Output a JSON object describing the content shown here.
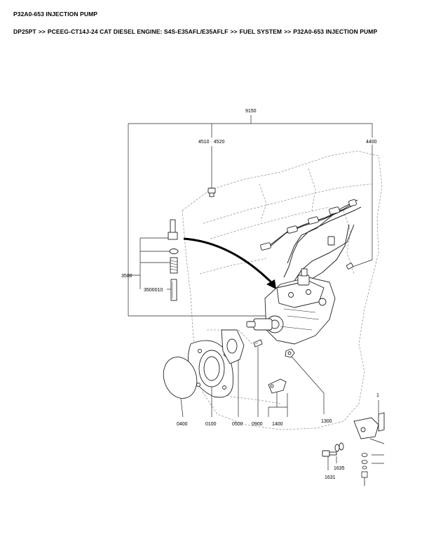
{
  "page": {
    "title": "P32A0-653 INJECTION PUMP",
    "breadcrumb": [
      "DP25PT",
      "PCEEG-CT14J-24 CAT DIESEL ENGINE: S4S-E35AFL/E35AFLF",
      "FUEL SYSTEM",
      "P32A0-653 INJECTION PUMP"
    ],
    "breadcrumb_separator": ">>"
  },
  "diagram": {
    "callouts": {
      "c9150": "9150",
      "c4510": "4510 · 4520",
      "c4400": "4400",
      "c3500": "3500",
      "c3500010": "3500010",
      "c0400": "0400",
      "c0100": "0100",
      "c0500": "0500",
      "c0900": "0900",
      "c1400": "1400",
      "c1300": "1300",
      "c1635": "1635",
      "c1631": "1631",
      "c1": "1"
    }
  }
}
